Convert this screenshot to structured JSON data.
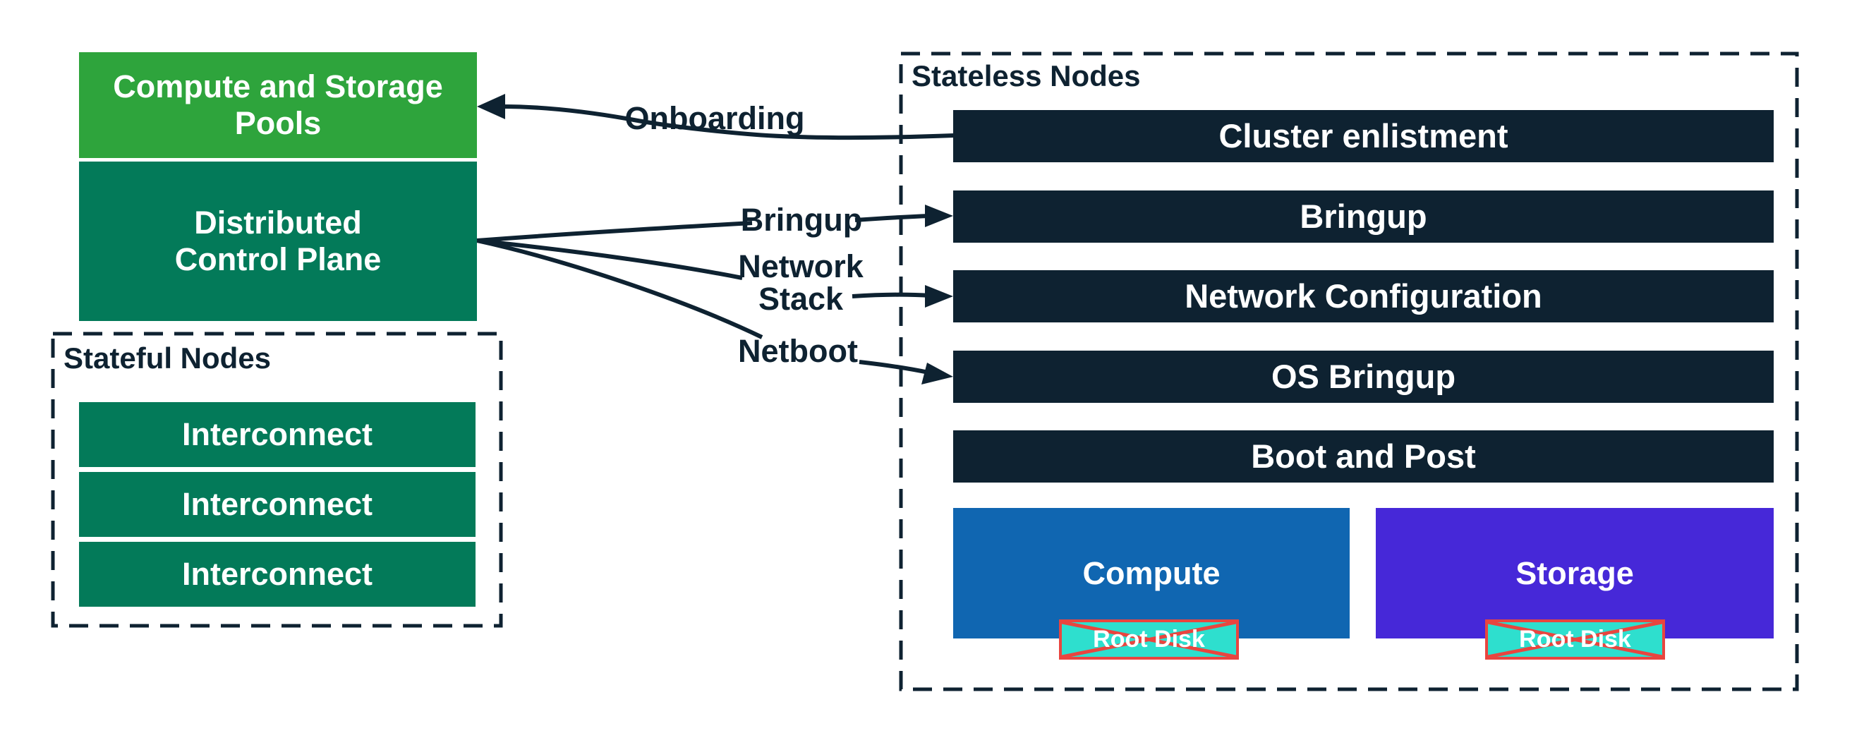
{
  "colors": {
    "green": "#2EA43C",
    "teal": "#037A59",
    "navy": "#0E2231",
    "blue": "#1066B1",
    "purple": "#4628D8",
    "cyan": "#2EDFCE",
    "red": "#E9453F",
    "text_on_fill": "#FFFFFF"
  },
  "left_column": {
    "pools_label": "Compute and Storage Pools",
    "control_plane_label": "Distributed Control Plane"
  },
  "stateful": {
    "title": "Stateful Nodes",
    "items": [
      "Interconnect",
      "Interconnect",
      "Interconnect"
    ]
  },
  "stateless": {
    "title": "Stateless Nodes",
    "bars": [
      "Cluster enlistment",
      "Bringup",
      "Network Configuration",
      "OS Bringup",
      "Boot and Post"
    ],
    "compute": {
      "label": "Compute",
      "root_disk": "Root Disk"
    },
    "storage": {
      "label": "Storage",
      "root_disk": "Root Disk"
    }
  },
  "arrows": {
    "onboarding": "Onboarding",
    "bringup": "Bringup",
    "network_stack": "Network Stack",
    "netboot": "Netboot"
  }
}
